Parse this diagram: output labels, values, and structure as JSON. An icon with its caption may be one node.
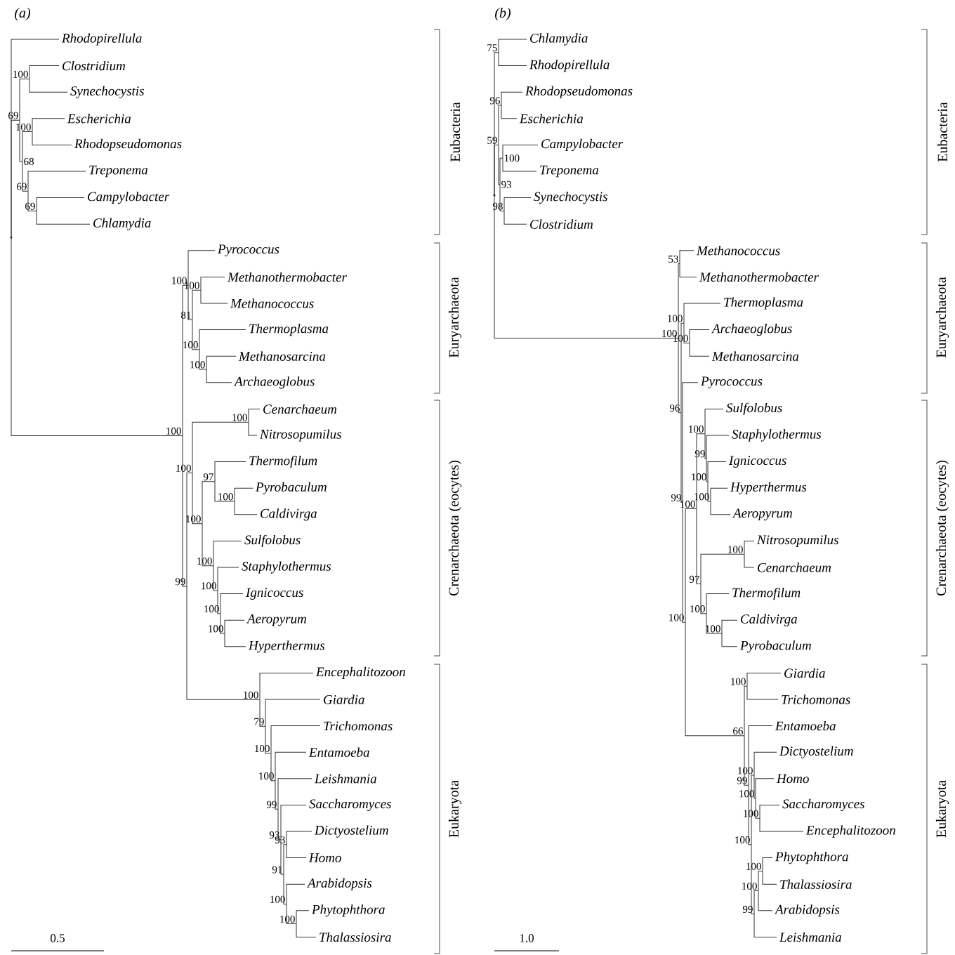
{
  "diagram": {
    "nodes": [
      {
        "text": [],
        "shape": "point"
      },
      {
        "text": [
          "Rhodopirellula"
        ]
      },
      {
        "text": [
          "69"
        ]
      },
      {
        "text": [
          "100"
        ]
      },
      {
        "text": [
          "Clostridium"
        ]
      },
      {
        "text": [
          "Synechocystis"
        ]
      },
      {
        "text": [
          "68"
        ]
      },
      {
        "text": [
          "100"
        ]
      },
      {
        "text": [
          "Escherichia"
        ]
      },
      {
        "text": [
          "Rhodopseudomonas"
        ]
      },
      {
        "text": [
          "69"
        ]
      },
      {
        "text": [
          "Treponema"
        ]
      },
      {
        "text": [
          "69"
        ]
      },
      {
        "text": [
          "Campylobacter"
        ]
      },
      {
        "text": [
          "Chlamydia"
        ]
      },
      {
        "text": [
          "100"
        ]
      },
      {
        "text": [
          "100"
        ]
      },
      {
        "text": [
          "Pyrococcus"
        ]
      },
      {
        "text": [
          "81"
        ]
      },
      {
        "text": [
          "100"
        ]
      },
      {
        "text": [
          "Methanothermobacter"
        ]
      },
      {
        "text": [
          "Methanococcus"
        ]
      },
      {
        "text": [
          "100"
        ]
      },
      {
        "text": [
          "Thermoplasma"
        ]
      },
      {
        "text": [
          "100"
        ]
      },
      {
        "text": [
          "Methanosarcina"
        ]
      },
      {
        "text": [
          "Archaeoglobus"
        ]
      },
      {
        "text": [
          "99"
        ]
      },
      {
        "text": [
          "100"
        ]
      },
      {
        "text": [
          "100"
        ]
      },
      {
        "text": [
          "Cenarchaeum"
        ]
      },
      {
        "text": [
          "Nitrosopumilus"
        ]
      },
      {
        "text": [
          "100"
        ]
      },
      {
        "text": [
          "97"
        ]
      },
      {
        "text": [
          "Thermofilum"
        ]
      },
      {
        "text": [
          "100"
        ]
      },
      {
        "text": [
          "Pyrobaculum"
        ]
      },
      {
        "text": [
          "Caldivirga"
        ]
      },
      {
        "text": [
          "100"
        ]
      },
      {
        "text": [
          "Sulfolobus"
        ]
      },
      {
        "text": [
          "100"
        ]
      },
      {
        "text": [
          "Staphylothermus"
        ]
      },
      {
        "text": [
          "100"
        ]
      },
      {
        "text": [
          "Ignicoccus"
        ]
      },
      {
        "text": [
          "100"
        ]
      },
      {
        "text": [
          "Aeropyrum"
        ]
      },
      {
        "text": [
          "Hyperthermus"
        ]
      },
      {
        "text": [
          "100"
        ]
      },
      {
        "text": [
          "Encephalitozoon"
        ]
      },
      {
        "text": [
          "79"
        ]
      },
      {
        "text": [
          "Giardia"
        ]
      },
      {
        "text": [
          "100"
        ]
      },
      {
        "text": [
          "Trichomonas"
        ]
      },
      {
        "text": [
          "100"
        ]
      },
      {
        "text": [
          "Entamoeba"
        ]
      },
      {
        "text": [
          "99"
        ]
      },
      {
        "text": [
          "Leishmania"
        ]
      },
      {
        "text": [
          "93"
        ]
      },
      {
        "text": [
          "Saccharomyces"
        ]
      },
      {
        "text": [
          "91"
        ]
      },
      {
        "text": [
          "93"
        ]
      },
      {
        "text": [
          "Dictyostelium"
        ]
      },
      {
        "text": [
          "Homo"
        ]
      },
      {
        "text": [
          "100"
        ]
      },
      {
        "text": [
          "Arabidopsis"
        ]
      },
      {
        "text": [
          "100"
        ]
      },
      {
        "text": [
          "Phytophthora"
        ]
      },
      {
        "text": [
          "Thalassiosira"
        ]
      },
      {
        "text": [],
        "shape": "point"
      },
      {
        "text": [
          "75"
        ]
      },
      {
        "text": [
          "Chlamydia"
        ]
      },
      {
        "text": [
          "Rhodopirellula"
        ]
      },
      {
        "text": [
          "59"
        ]
      },
      {
        "text": [
          "96"
        ]
      },
      {
        "text": [
          "Rhodopseudomonas"
        ]
      },
      {
        "text": [
          "Escherichia"
        ]
      },
      {
        "text": [
          "93"
        ]
      },
      {
        "text": [
          "100"
        ]
      },
      {
        "text": [
          "Campylobacter"
        ]
      },
      {
        "text": [
          "Treponema"
        ]
      },
      {
        "text": [
          "98"
        ]
      },
      {
        "text": [
          "Synechocystis"
        ]
      },
      {
        "text": [
          "Clostridium"
        ]
      },
      {
        "text": [
          "100"
        ]
      },
      {
        "text": [
          "53"
        ]
      },
      {
        "text": [
          "Methanococcus"
        ]
      },
      {
        "text": [
          "Methanothermobacter"
        ]
      },
      {
        "text": [
          "96"
        ]
      },
      {
        "text": [
          "100"
        ]
      },
      {
        "text": [
          "Thermoplasma"
        ]
      },
      {
        "text": [
          "100"
        ]
      },
      {
        "text": [
          "Archaeoglobus"
        ]
      },
      {
        "text": [
          "Methanosarcina"
        ]
      },
      {
        "text": [
          "99"
        ]
      },
      {
        "text": [
          "Pyrococcus"
        ]
      },
      {
        "text": [
          "100"
        ]
      },
      {
        "text": [
          "100"
        ]
      },
      {
        "text": [
          "100"
        ]
      },
      {
        "text": [
          "Sulfolobus"
        ]
      },
      {
        "text": [
          "99"
        ]
      },
      {
        "text": [
          "Staphylothermus"
        ]
      },
      {
        "text": [
          "100"
        ]
      },
      {
        "text": [
          "Ignicoccus"
        ]
      },
      {
        "text": [
          "100"
        ]
      },
      {
        "text": [
          "Hyperthermus"
        ]
      },
      {
        "text": [
          "Aeropyrum"
        ]
      },
      {
        "text": [
          "97"
        ]
      },
      {
        "text": [
          "100"
        ]
      },
      {
        "text": [
          "Nitrosopumilus"
        ]
      },
      {
        "text": [
          "Cenarchaeum"
        ]
      },
      {
        "text": [
          "100"
        ]
      },
      {
        "text": [
          "Thermofilum"
        ]
      },
      {
        "text": [
          "100"
        ]
      },
      {
        "text": [
          "Caldivirga"
        ]
      },
      {
        "text": [
          "Pyrobaculum"
        ]
      },
      {
        "text": [
          "66"
        ]
      },
      {
        "text": [
          "100"
        ]
      },
      {
        "text": [
          "Giardia"
        ]
      },
      {
        "text": [
          "Trichomonas"
        ]
      },
      {
        "text": [
          "99"
        ]
      },
      {
        "text": [
          "Entamoeba"
        ]
      },
      {
        "text": [
          "100"
        ]
      },
      {
        "text": [
          "100"
        ]
      },
      {
        "text": [
          "Dictyostelium"
        ]
      },
      {
        "text": [
          "100"
        ]
      },
      {
        "text": [
          "Homo"
        ]
      },
      {
        "text": [
          "100"
        ]
      },
      {
        "text": [
          "Saccharomyces"
        ]
      },
      {
        "text": [
          "Encephalitozoon"
        ]
      },
      {
        "text": [
          "99"
        ]
      },
      {
        "text": [
          "100"
        ]
      },
      {
        "text": [
          "100"
        ]
      },
      {
        "text": [
          "Phytophthora"
        ]
      },
      {
        "text": [
          "Thalassiosira"
        ]
      },
      {
        "text": [
          "Arabidopsis"
        ]
      },
      {
        "text": [
          "Leishmania"
        ]
      }
    ],
    "edges": [
      {
        "from": 0,
        "to": 1,
        "arrow": "none"
      },
      {
        "from": 0,
        "to": 2,
        "arrow": "none"
      },
      {
        "from": 0,
        "to": 15,
        "arrow": "none"
      },
      {
        "from": 2,
        "to": 3,
        "arrow": "none"
      },
      {
        "from": 2,
        "to": 6,
        "arrow": "none"
      },
      {
        "from": 3,
        "to": 4,
        "arrow": "none"
      },
      {
        "from": 3,
        "to": 5,
        "arrow": "none"
      },
      {
        "from": 6,
        "to": 7,
        "arrow": "none"
      },
      {
        "from": 6,
        "to": 10,
        "arrow": "none"
      },
      {
        "from": 7,
        "to": 8,
        "arrow": "none"
      },
      {
        "from": 7,
        "to": 9,
        "arrow": "none"
      },
      {
        "from": 10,
        "to": 11,
        "arrow": "none"
      },
      {
        "from": 10,
        "to": 12,
        "arrow": "none"
      },
      {
        "from": 12,
        "to": 13,
        "arrow": "none"
      },
      {
        "from": 12,
        "to": 14,
        "arrow": "none"
      },
      {
        "from": 15,
        "to": 16,
        "arrow": "none"
      },
      {
        "from": 15,
        "to": 27,
        "arrow": "none"
      },
      {
        "from": 16,
        "to": 17,
        "arrow": "none"
      },
      {
        "from": 16,
        "to": 18,
        "arrow": "none"
      },
      {
        "from": 18,
        "to": 19,
        "arrow": "none"
      },
      {
        "from": 18,
        "to": 22,
        "arrow": "none"
      },
      {
        "from": 19,
        "to": 20,
        "arrow": "none"
      },
      {
        "from": 19,
        "to": 21,
        "arrow": "none"
      },
      {
        "from": 22,
        "to": 23,
        "arrow": "none"
      },
      {
        "from": 22,
        "to": 24,
        "arrow": "none"
      },
      {
        "from": 24,
        "to": 25,
        "arrow": "none"
      },
      {
        "from": 24,
        "to": 26,
        "arrow": "none"
      },
      {
        "from": 27,
        "to": 28,
        "arrow": "none"
      },
      {
        "from": 27,
        "to": 47,
        "arrow": "none"
      },
      {
        "from": 28,
        "to": 29,
        "arrow": "none"
      },
      {
        "from": 28,
        "to": 32,
        "arrow": "none"
      },
      {
        "from": 29,
        "to": 30,
        "arrow": "none"
      },
      {
        "from": 29,
        "to": 31,
        "arrow": "none"
      },
      {
        "from": 32,
        "to": 33,
        "arrow": "none"
      },
      {
        "from": 32,
        "to": 38,
        "arrow": "none"
      },
      {
        "from": 33,
        "to": 34,
        "arrow": "none"
      },
      {
        "from": 33,
        "to": 35,
        "arrow": "none"
      },
      {
        "from": 35,
        "to": 36,
        "arrow": "none"
      },
      {
        "from": 35,
        "to": 37,
        "arrow": "none"
      },
      {
        "from": 38,
        "to": 39,
        "arrow": "none"
      },
      {
        "from": 38,
        "to": 40,
        "arrow": "none"
      },
      {
        "from": 40,
        "to": 41,
        "arrow": "none"
      },
      {
        "from": 40,
        "to": 42,
        "arrow": "none"
      },
      {
        "from": 42,
        "to": 43,
        "arrow": "none"
      },
      {
        "from": 42,
        "to": 44,
        "arrow": "none"
      },
      {
        "from": 44,
        "to": 45,
        "arrow": "none"
      },
      {
        "from": 44,
        "to": 46,
        "arrow": "none"
      },
      {
        "from": 47,
        "to": 48,
        "arrow": "none"
      },
      {
        "from": 47,
        "to": 49,
        "arrow": "none"
      },
      {
        "from": 49,
        "to": 50,
        "arrow": "none"
      },
      {
        "from": 49,
        "to": 51,
        "arrow": "none"
      },
      {
        "from": 51,
        "to": 52,
        "arrow": "none"
      },
      {
        "from": 51,
        "to": 53,
        "arrow": "none"
      },
      {
        "from": 53,
        "to": 54,
        "arrow": "none"
      },
      {
        "from": 53,
        "to": 55,
        "arrow": "none"
      },
      {
        "from": 55,
        "to": 56,
        "arrow": "none"
      },
      {
        "from": 55,
        "to": 57,
        "arrow": "none"
      },
      {
        "from": 57,
        "to": 58,
        "arrow": "none"
      },
      {
        "from": 57,
        "to": 59,
        "arrow": "none"
      },
      {
        "from": 59,
        "to": 60,
        "arrow": "none"
      },
      {
        "from": 59,
        "to": 63,
        "arrow": "none"
      },
      {
        "from": 60,
        "to": 61,
        "arrow": "none"
      },
      {
        "from": 60,
        "to": 62,
        "arrow": "none"
      },
      {
        "from": 63,
        "to": 64,
        "arrow": "none"
      },
      {
        "from": 63,
        "to": 65,
        "arrow": "none"
      },
      {
        "from": 65,
        "to": 66,
        "arrow": "none"
      },
      {
        "from": 65,
        "to": 67,
        "arrow": "none"
      },
      {
        "from": 68,
        "to": 69,
        "arrow": "none"
      },
      {
        "from": 68,
        "to": 72,
        "arrow": "none"
      },
      {
        "from": 68,
        "to": 83,
        "arrow": "none"
      },
      {
        "from": 69,
        "to": 70,
        "arrow": "none"
      },
      {
        "from": 69,
        "to": 71,
        "arrow": "none"
      },
      {
        "from": 72,
        "to": 73,
        "arrow": "none"
      },
      {
        "from": 72,
        "to": 76,
        "arrow": "none"
      },
      {
        "from": 73,
        "to": 74,
        "arrow": "none"
      },
      {
        "from": 73,
        "to": 75,
        "arrow": "none"
      },
      {
        "from": 76,
        "to": 77,
        "arrow": "none"
      },
      {
        "from": 76,
        "to": 80,
        "arrow": "none"
      },
      {
        "from": 77,
        "to": 78,
        "arrow": "none"
      },
      {
        "from": 77,
        "to": 79,
        "arrow": "none"
      },
      {
        "from": 80,
        "to": 81,
        "arrow": "none"
      },
      {
        "from": 80,
        "to": 82,
        "arrow": "none"
      },
      {
        "from": 83,
        "to": 84,
        "arrow": "none"
      },
      {
        "from": 83,
        "to": 87,
        "arrow": "none"
      },
      {
        "from": 84,
        "to": 85,
        "arrow": "none"
      },
      {
        "from": 84,
        "to": 86,
        "arrow": "none"
      },
      {
        "from": 87,
        "to": 88,
        "arrow": "none"
      },
      {
        "from": 87,
        "to": 93,
        "arrow": "none"
      },
      {
        "from": 88,
        "to": 89,
        "arrow": "none"
      },
      {
        "from": 88,
        "to": 90,
        "arrow": "none"
      },
      {
        "from": 90,
        "to": 91,
        "arrow": "none"
      },
      {
        "from": 90,
        "to": 92,
        "arrow": "none"
      },
      {
        "from": 93,
        "to": 94,
        "arrow": "none"
      },
      {
        "from": 93,
        "to": 95,
        "arrow": "none"
      },
      {
        "from": 95,
        "to": 96,
        "arrow": "none"
      },
      {
        "from": 95,
        "to": 115,
        "arrow": "none"
      },
      {
        "from": 96,
        "to": 97,
        "arrow": "none"
      },
      {
        "from": 96,
        "to": 106,
        "arrow": "none"
      },
      {
        "from": 97,
        "to": 98,
        "arrow": "none"
      },
      {
        "from": 97,
        "to": 99,
        "arrow": "none"
      },
      {
        "from": 99,
        "to": 100,
        "arrow": "none"
      },
      {
        "from": 99,
        "to": 101,
        "arrow": "none"
      },
      {
        "from": 101,
        "to": 102,
        "arrow": "none"
      },
      {
        "from": 101,
        "to": 103,
        "arrow": "none"
      },
      {
        "from": 103,
        "to": 104,
        "arrow": "none"
      },
      {
        "from": 103,
        "to": 105,
        "arrow": "none"
      },
      {
        "from": 106,
        "to": 107,
        "arrow": "none"
      },
      {
        "from": 106,
        "to": 110,
        "arrow": "none"
      },
      {
        "from": 107,
        "to": 108,
        "arrow": "none"
      },
      {
        "from": 107,
        "to": 109,
        "arrow": "none"
      },
      {
        "from": 110,
        "to": 111,
        "arrow": "none"
      },
      {
        "from": 110,
        "to": 112,
        "arrow": "none"
      },
      {
        "from": 112,
        "to": 113,
        "arrow": "none"
      },
      {
        "from": 112,
        "to": 114,
        "arrow": "none"
      },
      {
        "from": 115,
        "to": 116,
        "arrow": "none"
      },
      {
        "from": 115,
        "to": 119,
        "arrow": "none"
      },
      {
        "from": 116,
        "to": 117,
        "arrow": "none"
      },
      {
        "from": 116,
        "to": 118,
        "arrow": "none"
      },
      {
        "from": 119,
        "to": 120,
        "arrow": "none"
      },
      {
        "from": 119,
        "to": 121,
        "arrow": "none"
      },
      {
        "from": 121,
        "to": 122,
        "arrow": "none"
      },
      {
        "from": 121,
        "to": 129,
        "arrow": "none"
      },
      {
        "from": 122,
        "to": 123,
        "arrow": "none"
      },
      {
        "from": 122,
        "to": 124,
        "arrow": "none"
      },
      {
        "from": 124,
        "to": 125,
        "arrow": "none"
      },
      {
        "from": 124,
        "to": 126,
        "arrow": "none"
      },
      {
        "from": 126,
        "to": 127,
        "arrow": "none"
      },
      {
        "from": 126,
        "to": 128,
        "arrow": "none"
      },
      {
        "from": 129,
        "to": 130,
        "arrow": "none"
      },
      {
        "from": 129,
        "to": 135,
        "arrow": "none"
      },
      {
        "from": 130,
        "to": 131,
        "arrow": "none"
      },
      {
        "from": 130,
        "to": 134,
        "arrow": "none"
      },
      {
        "from": 131,
        "to": 132,
        "arrow": "none"
      },
      {
        "from": 131,
        "to": 133,
        "arrow": "none"
      }
    ],
    "labels": [
      "(a)",
      "Eubacteria",
      "Euryarchaeota",
      "Crenarchaeota (eocytes)",
      "Eukaryota",
      "0.5",
      "(b)",
      "Eubacteria",
      "Euryarchaeota",
      "Crenarchaeota (eocytes)",
      "Eukaryota",
      "1.0"
    ]
  }
}
